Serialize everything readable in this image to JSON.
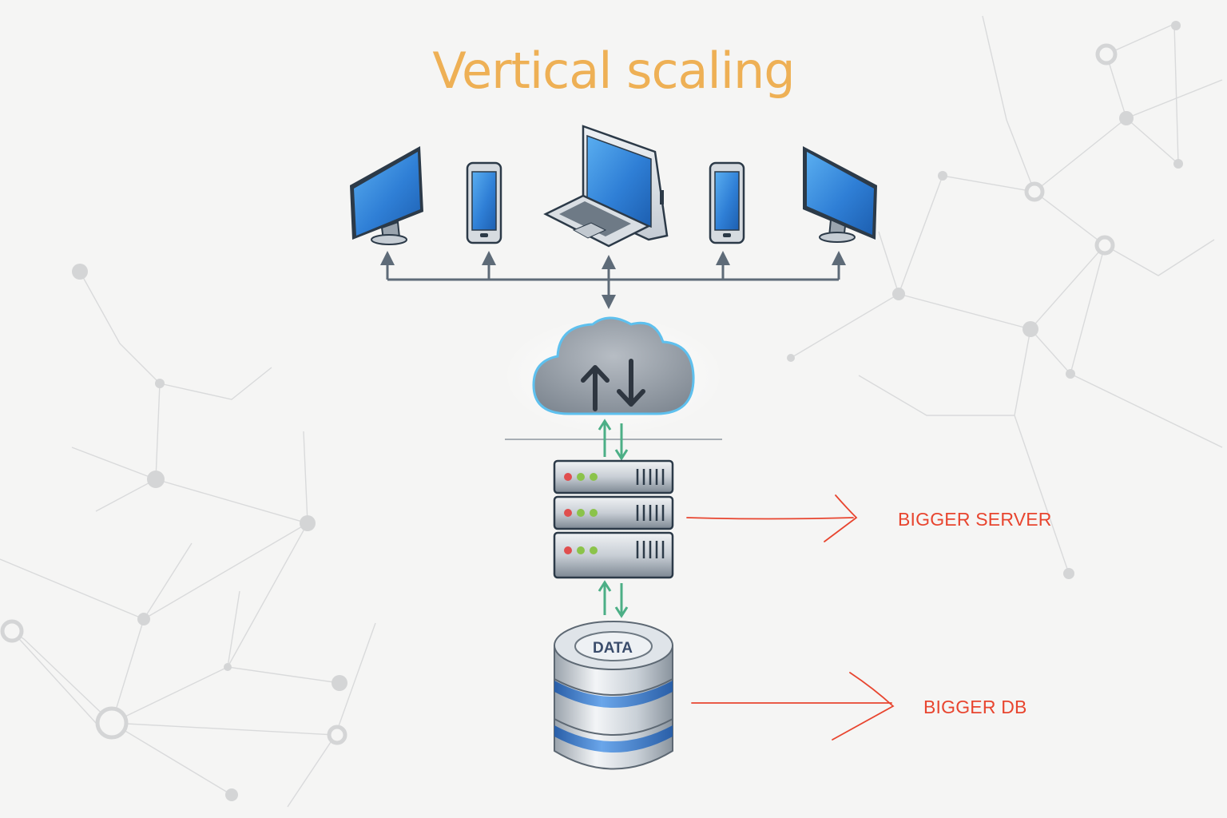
{
  "title": "Vertical scaling",
  "database": {
    "label": "DATA"
  },
  "annotations": {
    "server": "BIGGER SERVER",
    "db": "BIGGER DB"
  },
  "colors": {
    "title": "#eeb055",
    "annotation": "#e8452f",
    "connector": "#5e6b78",
    "data_flow": "#4caf86",
    "screen": "#2f7fd6",
    "db_band": "#3d7ecf"
  },
  "devices": [
    {
      "type": "desktop-monitor"
    },
    {
      "type": "smartphone"
    },
    {
      "type": "laptop"
    },
    {
      "type": "smartphone"
    },
    {
      "type": "desktop-monitor"
    }
  ]
}
